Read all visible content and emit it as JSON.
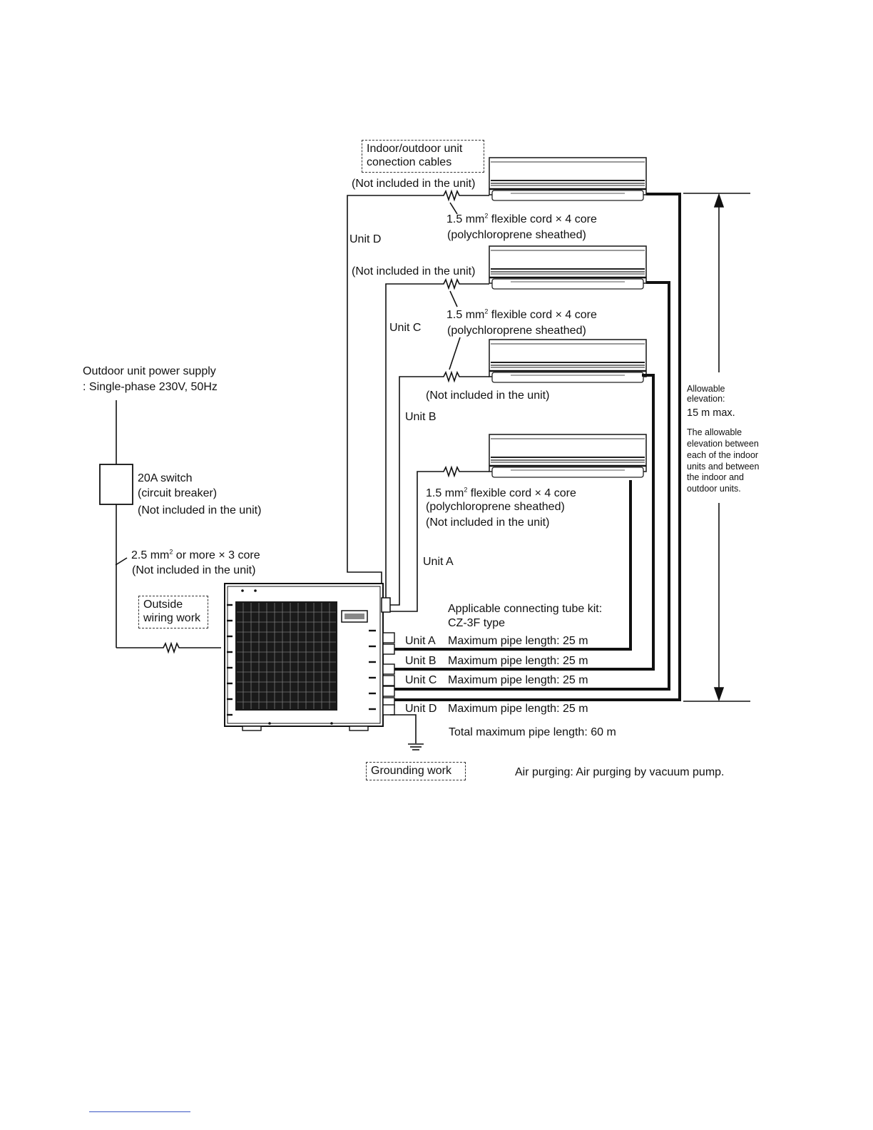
{
  "labels": {
    "connection_cables_line1": "Indoor/outdoor unit",
    "connection_cables_line2": "conection cables",
    "not_included": "(Not included in the unit)",
    "unit_d": "Unit D",
    "unit_c": "Unit C",
    "unit_b": "Unit B",
    "unit_a": "Unit A",
    "cord_size": "1.5 mm",
    "cord_sup": "2",
    "cord_rest": " flexible cord × 4 core",
    "cord_sheath": "(polychloroprene sheathed)",
    "power_supply_line1": "Outdoor unit power supply",
    "power_supply_line2": ": Single-phase 230V, 50Hz",
    "switch_line1": "20A switch",
    "switch_line2": "(circuit breaker)",
    "power_cable_size": "2.5 mm",
    "power_cable_sup": "2",
    "power_cable_rest": " or more × 3 core",
    "outside_wiring_line1": "Outside",
    "outside_wiring_line2": "wiring work",
    "tube_kit_line1": "Applicable connecting tube kit:",
    "tube_kit_line2": "CZ-3F type",
    "max_pipe": "Maximum pipe length: 25 m",
    "total_pipe": "Total maximum pipe length: 60 m",
    "grounding": "Grounding work",
    "air_purging": "Air purging: Air purging by vacuum pump.",
    "elevation_line1": "Allowable",
    "elevation_line2": "elevation:",
    "elevation_value": "15 m max.",
    "elevation_note": [
      "The allowable",
      "elevation between",
      "each of the indoor",
      "units and between",
      "the indoor and",
      "outdoor units."
    ]
  }
}
